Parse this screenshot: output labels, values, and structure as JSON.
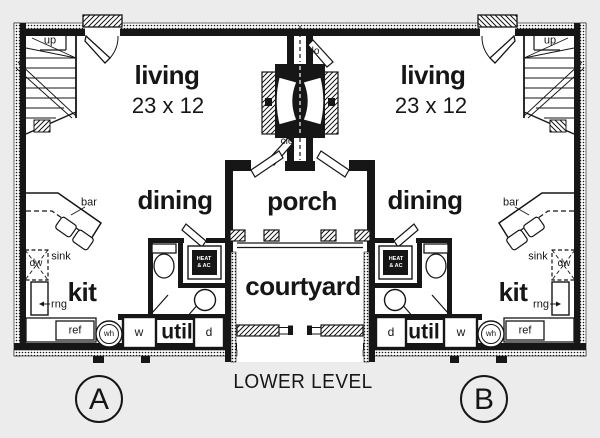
{
  "plan": {
    "title": "LOWER LEVEL",
    "shared": {
      "porch": "porch",
      "courtyard": "courtyard",
      "closet_upper": "clo",
      "closet_lower": "clo"
    },
    "unit_a": {
      "badge": "A",
      "stairs": "up",
      "living": "living",
      "living_dim": "23 x 12",
      "dining": "dining",
      "kitchen": "kit",
      "utility": "util",
      "bar": "bar",
      "sink": "sink",
      "dishwasher": "dw",
      "range": "rng",
      "refrigerator": "ref",
      "water_heater": "wh",
      "washer": "w",
      "dryer": "d",
      "hvac_l1": "HEAT",
      "hvac_l2": "& AC"
    },
    "unit_b": {
      "badge": "B",
      "stairs": "up",
      "living": "living",
      "living_dim": "23 x 12",
      "dining": "dining",
      "kitchen": "kit",
      "utility": "util",
      "bar": "bar",
      "sink": "sink",
      "dishwasher": "dw",
      "range": "rng",
      "refrigerator": "ref",
      "water_heater": "wh",
      "washer": "w",
      "dryer": "d",
      "hvac_l1": "HEAT",
      "hvac_l2": "& AC"
    }
  },
  "colors": {
    "ink": "#161616",
    "paper": "#ffffff",
    "background": "#ececec"
  }
}
